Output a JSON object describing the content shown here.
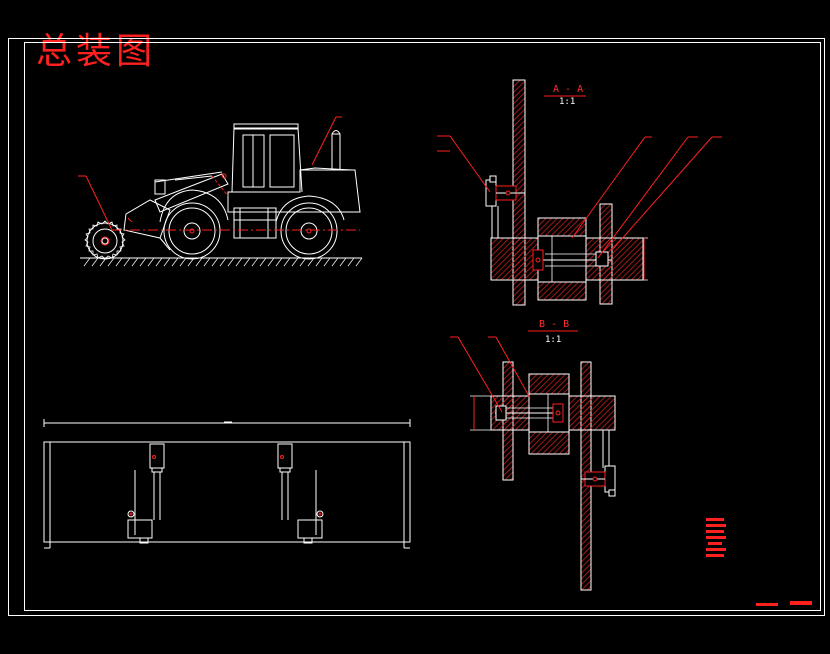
{
  "title": "总装图",
  "section_aa": {
    "label": "A - A",
    "scale": "1:1"
  },
  "section_bb": {
    "label": "B - B",
    "scale": "1:1"
  },
  "colors": {
    "background": "#000000",
    "outline": "#ffffff",
    "accent": "#ff2020",
    "hatch": "#c02020"
  }
}
